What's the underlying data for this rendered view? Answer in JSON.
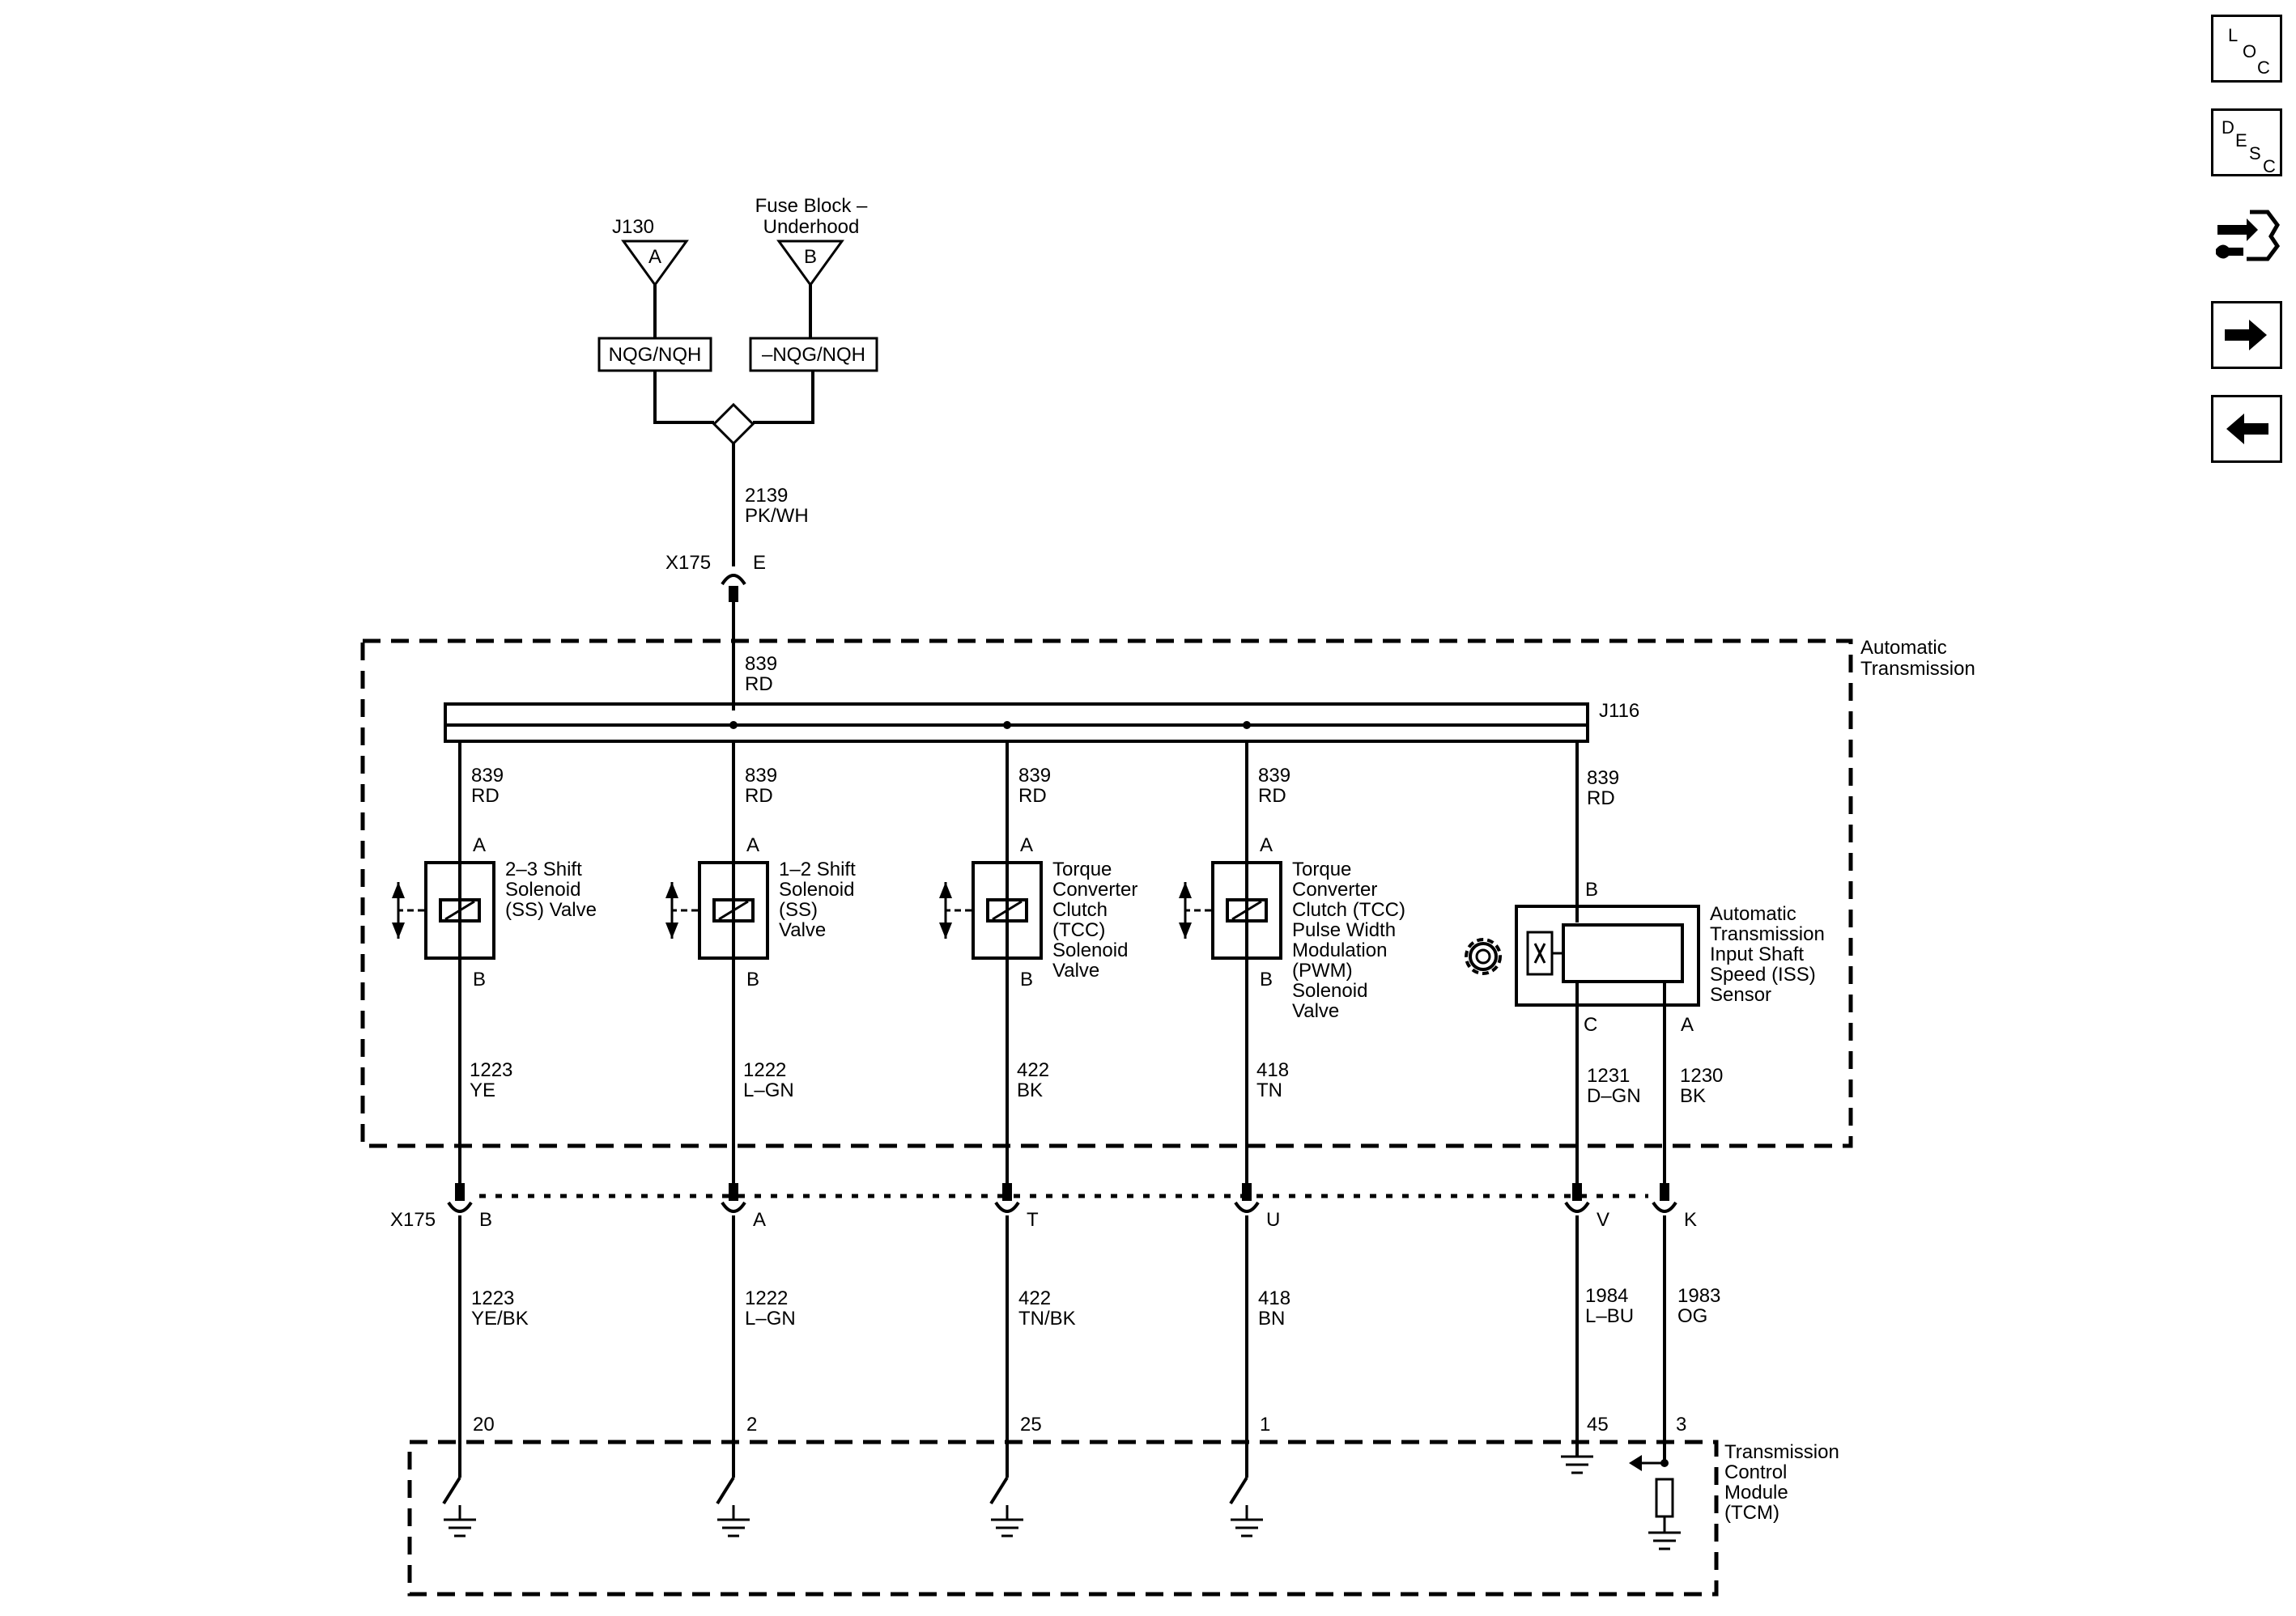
{
  "sources": {
    "j130": {
      "name": "J130",
      "pin": "A"
    },
    "fuse": {
      "name_line1": "Fuse Block –",
      "name_line2": "Underhood",
      "pin": "B"
    }
  },
  "options": {
    "left": "NQG/NQH",
    "right": "–NQG/NQH"
  },
  "feed_wire": {
    "num": "2139",
    "color": "PK/WH"
  },
  "x175_top": {
    "name": "X175",
    "pin": "E"
  },
  "auto_trans": {
    "line1": "Automatic",
    "line2": "Transmission"
  },
  "splice": {
    "name": "J116",
    "in_num": "839",
    "in_color": "RD"
  },
  "components": [
    {
      "wire_top_num": "839",
      "wire_top_color": "RD",
      "pin_top": "A",
      "pin_bottom": "B",
      "label": [
        "2–3 Shift",
        "Solenoid",
        "(SS) Valve"
      ],
      "wire_bot_num": "1223",
      "wire_bot_color": "YE",
      "conn_pin": "B",
      "harness_num": "1223",
      "harness_color": "YE/BK",
      "tcm_pin": "20"
    },
    {
      "wire_top_num": "839",
      "wire_top_color": "RD",
      "pin_top": "A",
      "pin_bottom": "B",
      "label": [
        "1–2 Shift",
        "Solenoid",
        "(SS)",
        "Valve"
      ],
      "wire_bot_num": "1222",
      "wire_bot_color": "L–GN",
      "conn_pin": "A",
      "harness_num": "1222",
      "harness_color": "L–GN",
      "tcm_pin": "2"
    },
    {
      "wire_top_num": "839",
      "wire_top_color": "RD",
      "pin_top": "A",
      "pin_bottom": "B",
      "label": [
        "Torque",
        "Converter",
        "Clutch",
        "(TCC)",
        "Solenoid",
        "Valve"
      ],
      "wire_bot_num": "422",
      "wire_bot_color": "BK",
      "conn_pin": "T",
      "harness_num": "422",
      "harness_color": "TN/BK",
      "tcm_pin": "25"
    },
    {
      "wire_top_num": "839",
      "wire_top_color": "RD",
      "pin_top": "A",
      "pin_bottom": "B",
      "label": [
        "Torque",
        "Converter",
        "Clutch (TCC)",
        "Pulse Width",
        "Modulation",
        "(PWM)",
        "Solenoid",
        "Valve"
      ],
      "wire_bot_num": "418",
      "wire_bot_color": "TN",
      "conn_pin": "U",
      "harness_num": "418",
      "harness_color": "BN",
      "tcm_pin": "1"
    }
  ],
  "sensor": {
    "wire_top_num": "839",
    "wire_top_color": "RD",
    "pin_top": "B",
    "label": [
      "Automatic",
      "Transmission",
      "Input Shaft",
      "Speed (ISS)",
      "Sensor"
    ],
    "pin_c": "C",
    "pin_a": "A",
    "wire_c_num": "1231",
    "wire_c_color": "D–GN",
    "wire_a_num": "1230",
    "wire_a_color": "BK",
    "conn_c_pin": "V",
    "conn_a_pin": "K",
    "harness_c_num": "1984",
    "harness_c_color": "L–BU",
    "harness_a_num": "1983",
    "harness_a_color": "OG",
    "tcm_c_pin": "45",
    "tcm_a_pin": "3"
  },
  "x175_bottom": {
    "name": "X175"
  },
  "tcm": {
    "line1": "Transmission",
    "line2": "Control",
    "line3": "Module",
    "line4": "(TCM)"
  },
  "nav": {
    "loc": {
      "l1": "L",
      "l2": "O",
      "l3": "C"
    },
    "desc": {
      "l1": "D",
      "l2": "E",
      "l3": "S",
      "l4": "C"
    },
    "icons": [
      "connector-service-icon",
      "arrow-right-icon",
      "arrow-left-icon"
    ]
  }
}
